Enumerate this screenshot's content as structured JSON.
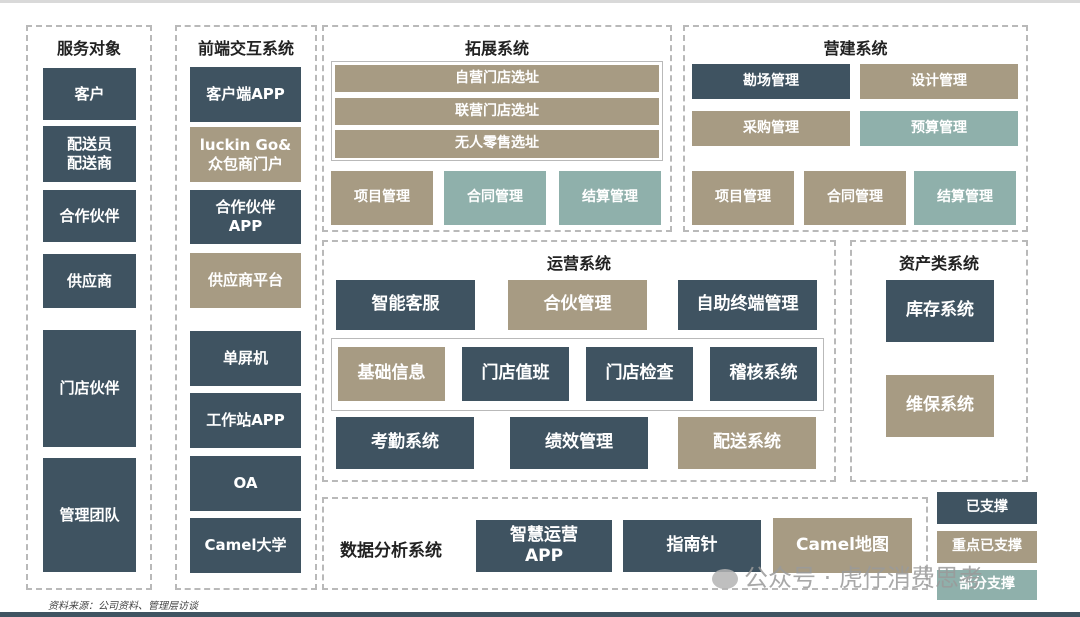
{
  "service": {
    "title": "服务对象",
    "items": [
      "客户",
      "配送员\n配送商",
      "合作伙伴",
      "供应商",
      "门店伙伴",
      "管理团队"
    ]
  },
  "frontend": {
    "title": "前端交互系统",
    "items": [
      "客户端APP",
      "luckin Go&\n众包商门户",
      "合作伙伴\nAPP",
      "供应商平台",
      "单屏机",
      "工作站APP",
      "OA",
      "Camel大学"
    ]
  },
  "expansion": {
    "title": "拓展系统",
    "site_items": [
      "自营门店选址",
      "联营门店选址",
      "无人零售选址"
    ],
    "bottom_items": [
      "项目管理",
      "合同管理",
      "结算管理"
    ]
  },
  "construction": {
    "title": "营建系统",
    "items": [
      "勘场管理",
      "设计管理",
      "采购管理",
      "预算管理"
    ],
    "bottom_items": [
      "项目管理",
      "合同管理",
      "结算管理"
    ]
  },
  "operations": {
    "title": "运营系统",
    "row1": [
      "智能客服",
      "合伙管理",
      "自助终端管理"
    ],
    "row2": [
      "基础信息",
      "门店值班",
      "门店检查",
      "稽核系统"
    ],
    "row3": [
      "考勤系统",
      "绩效管理",
      "配送系统"
    ]
  },
  "assets": {
    "title": "资产类系统",
    "items": [
      "库存系统",
      "维保系统"
    ]
  },
  "data_analysis": {
    "title": "数据分析系统",
    "items": [
      "智慧运营\nAPP",
      "指南针",
      "Camel地图"
    ]
  },
  "legend": [
    "已支撑",
    "重点已支撑",
    "部分支撑"
  ],
  "source": "资料来源：公司资料、管理层访谈",
  "watermark": "公众号 · 虎仔消费思考",
  "colors": {
    "dark": "#3f5361",
    "tan": "#a79b83",
    "teal": "#8fb0ab",
    "dashed_border": "#b9b9b9"
  }
}
